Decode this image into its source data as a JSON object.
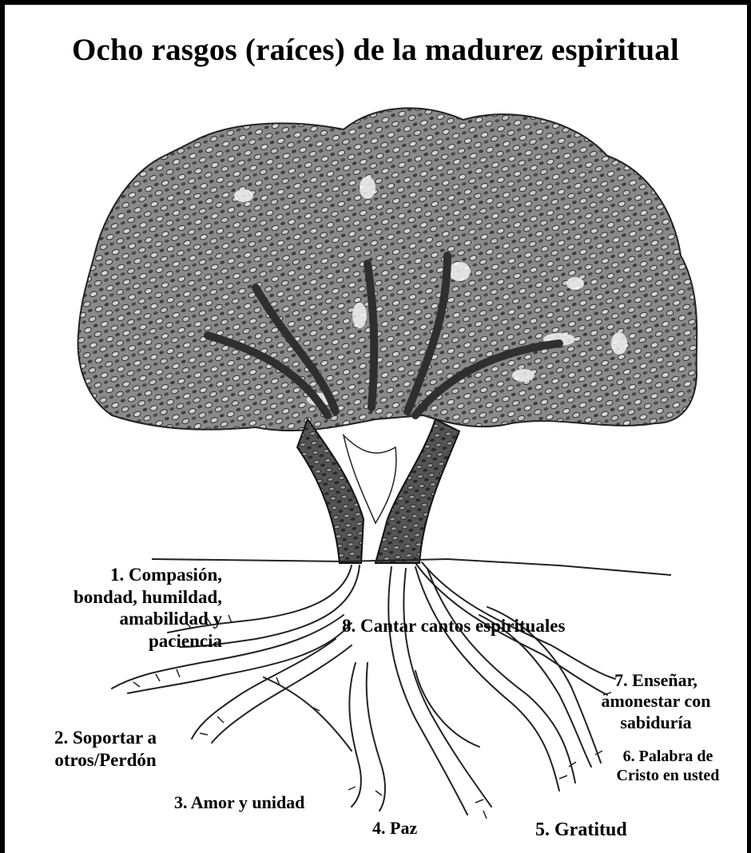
{
  "title": "Ocho rasgos (raíces) de la madurez espiritual",
  "roots": [
    {
      "number": "1.",
      "lines": [
        "1. Compasión,",
        "bondad, humildad,",
        "amabilidad y",
        "paciencia"
      ]
    },
    {
      "number": "2.",
      "lines": [
        "2. Soportar a",
        "otros/Perdón"
      ]
    },
    {
      "number": "3.",
      "lines": [
        "3. Amor y unidad"
      ]
    },
    {
      "number": "4.",
      "lines": [
        "4. Paz"
      ]
    },
    {
      "number": "5.",
      "lines": [
        "5. Gratitud"
      ]
    },
    {
      "number": "6.",
      "lines": [
        "6. Palabra de",
        "Cristo en usted"
      ]
    },
    {
      "number": "7.",
      "lines": [
        "7. Enseñar,",
        "amonestar  con",
        "sabiduría"
      ]
    },
    {
      "number": "8.",
      "lines": [
        "8. Cantar cantos espirituales"
      ]
    }
  ],
  "colors": {
    "ink": "#1a1a1a",
    "canopy": "#6f6f6f",
    "trunk": "#3a3a3a",
    "background": "#ffffff"
  }
}
